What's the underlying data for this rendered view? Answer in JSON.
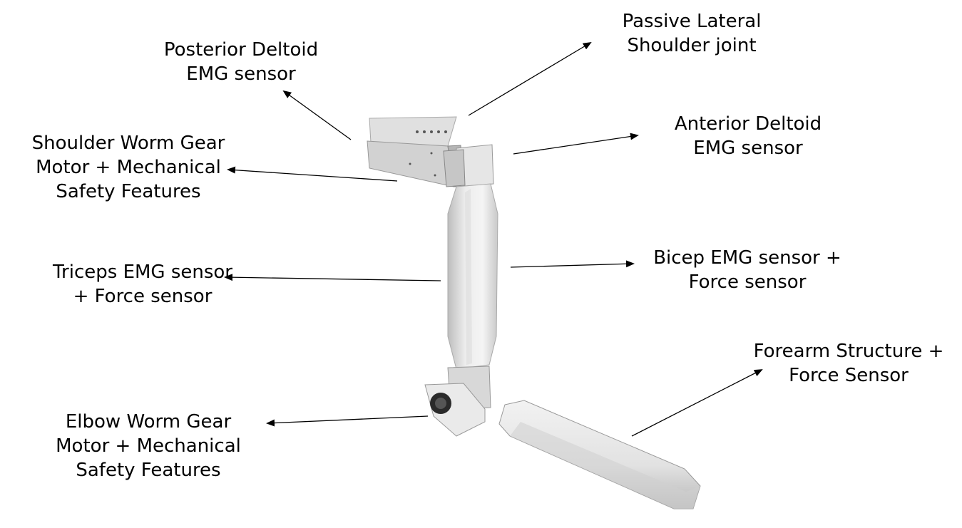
{
  "labels": {
    "posterior_deltoid": [
      "Posterior Deltoid",
      "EMG sensor"
    ],
    "passive_lateral": [
      "Passive Lateral",
      "Shoulder joint"
    ],
    "anterior_deltoid": [
      "Anterior Deltoid",
      "EMG sensor"
    ],
    "shoulder_gear": [
      "Shoulder Worm Gear",
      "Motor + Mechanical",
      "Safety Features"
    ],
    "triceps": [
      "Triceps EMG sensor",
      "+ Force sensor"
    ],
    "bicep": [
      "Bicep EMG sensor +",
      "Force sensor"
    ],
    "forearm": [
      "Forearm Structure +",
      "Force Sensor"
    ],
    "elbow_gear": [
      "Elbow Worm Gear",
      "Motor + Mechanical",
      "Safety Features"
    ]
  }
}
